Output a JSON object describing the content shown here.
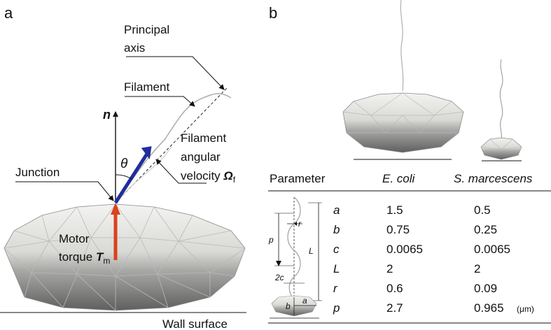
{
  "panel_a": {
    "letter": "a",
    "principal_axis": [
      "Principal",
      "axis"
    ],
    "filament": "Filament",
    "n_vector": "n",
    "theta": "θ",
    "junction": "Junction",
    "angular_velocity": [
      "Filament",
      "angular",
      "velocity "
    ],
    "omega_symbol": "Ω",
    "omega_sub": "f",
    "motor_torque": [
      "Motor",
      "torque "
    ],
    "torque_symbol": "T",
    "torque_sub": "m",
    "wall_surface": "Wall surface"
  },
  "panel_b": {
    "letter": "b",
    "table": {
      "headers": [
        "Parameter",
        "E. coli",
        "S. marcescens"
      ],
      "rows": [
        {
          "param": "a",
          "ecoli": "1.5",
          "smarc": "0.5"
        },
        {
          "param": "b",
          "ecoli": "0.75",
          "smarc": "0.25"
        },
        {
          "param": "c",
          "ecoli": "0.0065",
          "smarc": "0.0065"
        },
        {
          "param": "L",
          "ecoli": "2",
          "smarc": "2"
        },
        {
          "param": "r",
          "ecoli": "0.6",
          "smarc": "0.09"
        },
        {
          "param": "p",
          "ecoli": "2.7",
          "smarc": "0.965"
        }
      ],
      "unit": "(μm)"
    },
    "schematic_labels": {
      "r": "r",
      "p": "p",
      "L": "L",
      "two_c": "2c",
      "b": "b",
      "a": "a"
    }
  },
  "colors": {
    "torque_arrow": "#d8431c",
    "velocity_arrow": "#1f2e9a",
    "body_light": "#ececea",
    "body_dark": "#6b6b6b"
  }
}
